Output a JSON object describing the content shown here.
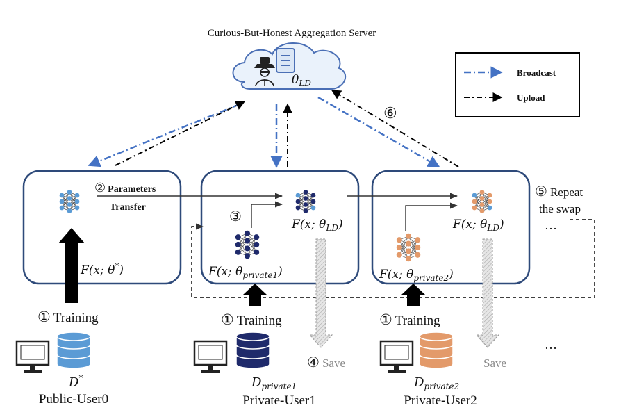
{
  "server": {
    "title": "Curious-But-Honest Aggregation Server",
    "theta": "θ",
    "theta_sub": "LD"
  },
  "legend": {
    "broadcast": "Broadcast",
    "upload": "Upload"
  },
  "steps": {
    "transfer_num": "②",
    "transfer_line1": "Parameters",
    "transfer_line2": "Transfer",
    "split_num": "③",
    "repeat_num": "⑤",
    "repeat_line1": "Repeat",
    "repeat_line2": "the swap",
    "aggregate_num": "⑥",
    "save_num": "④",
    "save": "Save",
    "ellipsis": "…",
    "ellipsis_bottom": "…"
  },
  "users": [
    {
      "name": "Public-User0",
      "dataset": "D",
      "dataset_sub": "",
      "dataset_sup": "*",
      "training_num": "①",
      "training": "Training",
      "model": {
        "pre": "F(x; θ",
        "sub": "",
        "sup": "*",
        "post": ")"
      },
      "db_color": "#5b9bd5",
      "net_color": "#5b9bd5"
    },
    {
      "name": "Private-User1",
      "dataset": "D",
      "dataset_sub": "private1",
      "dataset_sup": "",
      "training_num": "①",
      "training": "Training",
      "model": {
        "pre": "F(x; θ",
        "sub": "private1",
        "sup": "",
        "post": ")"
      },
      "ld_model": {
        "pre": "F(x; θ",
        "sub": "LD",
        "post": ")"
      },
      "db_color": "#1f2a6b",
      "net_color": "#1f2a6b"
    },
    {
      "name": "Private-User2",
      "dataset": "D",
      "dataset_sub": "private2",
      "dataset_sup": "",
      "training_num": "①",
      "training": "Training",
      "model": {
        "pre": "F(x; θ",
        "sub": "private2",
        "sup": "",
        "post": ")"
      },
      "ld_model": {
        "pre": "F(x; θ",
        "sub": "LD",
        "post": ")"
      },
      "db_color": "#e39a6a",
      "net_color": "#e39a6a"
    }
  ],
  "colors": {
    "box_border": "#2e4a7a",
    "broadcast": "#4472c4",
    "upload": "#000000",
    "cloud_fill": "#eaf2fb",
    "cloud_stroke": "#4a6fb5",
    "save_arrow": "#c8c8c8"
  }
}
